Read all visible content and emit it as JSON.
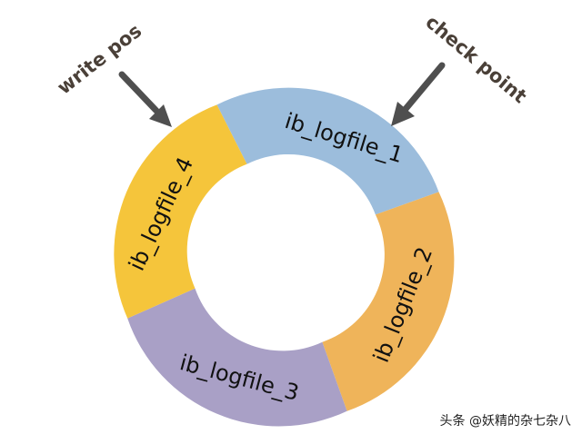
{
  "diagram": {
    "segments": [
      {
        "label": "ib_logfile_1",
        "color": "#9cbddc"
      },
      {
        "label": "ib_logfile_2",
        "color": "#efb45a"
      },
      {
        "label": "ib_logfile_3",
        "color": "#a9a0c6"
      },
      {
        "label": "ib_logfile_4",
        "color": "#f5c53b"
      }
    ],
    "pointers": {
      "write_pos": "write pos",
      "check_point": "check point"
    },
    "arrow_color": "#4f4f4f"
  },
  "watermark": "头条 @妖精的杂七杂八"
}
